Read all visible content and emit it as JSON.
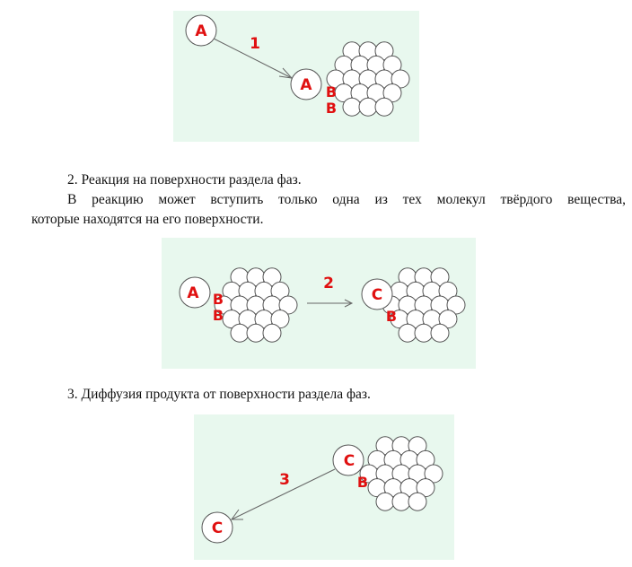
{
  "labels": {
    "a": "A",
    "b": "B",
    "c": "C",
    "step1": "1",
    "step2": "2",
    "step3": "3"
  },
  "text": {
    "step2_heading": "2. Реакция на поверхности раздела фаз.",
    "step2_line1": "В реакцию может вступить только одна из тех молекул твёрдого вещества,",
    "step2_line2": "которые находятся на его поверхности.",
    "step3_heading": "3. Диффузия продукта от поверхности раздела фаз."
  },
  "colors": {
    "panel_bg": "#e8f8ee",
    "label": "#e01010",
    "outline": "#555555"
  }
}
